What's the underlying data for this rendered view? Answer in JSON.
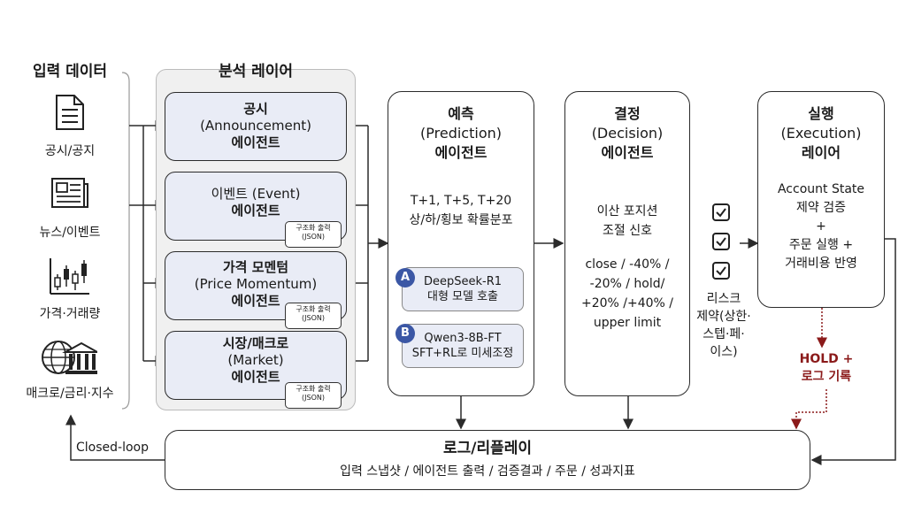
{
  "input": {
    "title": "입력 데이터",
    "items": [
      {
        "label": "공시/공지",
        "icon": "document-icon"
      },
      {
        "label": "뉴스/이벤트",
        "icon": "newspaper-icon"
      },
      {
        "label": "가격·거래량",
        "icon": "candlestick-chart-icon"
      },
      {
        "label": "매크로/금리·지수",
        "icon": "globe-bank-icon"
      }
    ]
  },
  "analysis": {
    "title": "분석 레이어",
    "agents": [
      {
        "line1": "공시",
        "line2": "(Announcement)",
        "line3": "에이전트"
      },
      {
        "line1": "이벤트 (Event)",
        "line2": "에이전트"
      },
      {
        "line1": "가격 모멘텀",
        "line2": "(Price Momentum)",
        "line3": "에이전트"
      },
      {
        "line1": "시장/매크로",
        "line2": "(Market)",
        "line3": "에이전트"
      }
    ],
    "json_tag": {
      "line1": "구조화 출력",
      "line2": "(JSON)"
    }
  },
  "prediction": {
    "title1": "예측",
    "title2": "(Prediction)",
    "title3": "에이전트",
    "body1": "T+1, T+5, T+20",
    "body2": "상/하/횡보 확률분포",
    "models": [
      {
        "badge": "A",
        "line1": "DeepSeek-R1",
        "line2": "대형 모델 호출"
      },
      {
        "badge": "B",
        "line1": "Qwen3-8B-FT",
        "line2": "SFT+RL로 미세조정"
      }
    ]
  },
  "decision": {
    "title1": "결정",
    "title2": "(Decision)",
    "title3": "에이전트",
    "body1": "이산 포지션",
    "body2": "조절 신호",
    "options": [
      "close / -40% /",
      "-20% / hold/",
      "+20% /+40% /",
      "upper limit"
    ]
  },
  "risk": {
    "lines": [
      "리스크",
      "제약(상한·",
      "스텝·페·",
      "이스)"
    ]
  },
  "execution": {
    "title1": "실행",
    "title2": "(Execution)",
    "title3": "레이어",
    "body": [
      "Account State",
      "제약 검증",
      "+",
      "주문 실행 +",
      "거래비용 반영"
    ]
  },
  "hold": {
    "line1": "HOLD +",
    "line2": "로그 기록"
  },
  "log": {
    "title": "로그/리플레이",
    "subtitle": "입력 스냅샷 / 에이전트 출력 / 검증결과 / 주문 / 성과지표"
  },
  "closed_loop": "Closed-loop",
  "colors": {
    "accent": "#3b57a5",
    "agent_fill": "#e9ecf6",
    "hold_red": "#8b1a1a"
  }
}
